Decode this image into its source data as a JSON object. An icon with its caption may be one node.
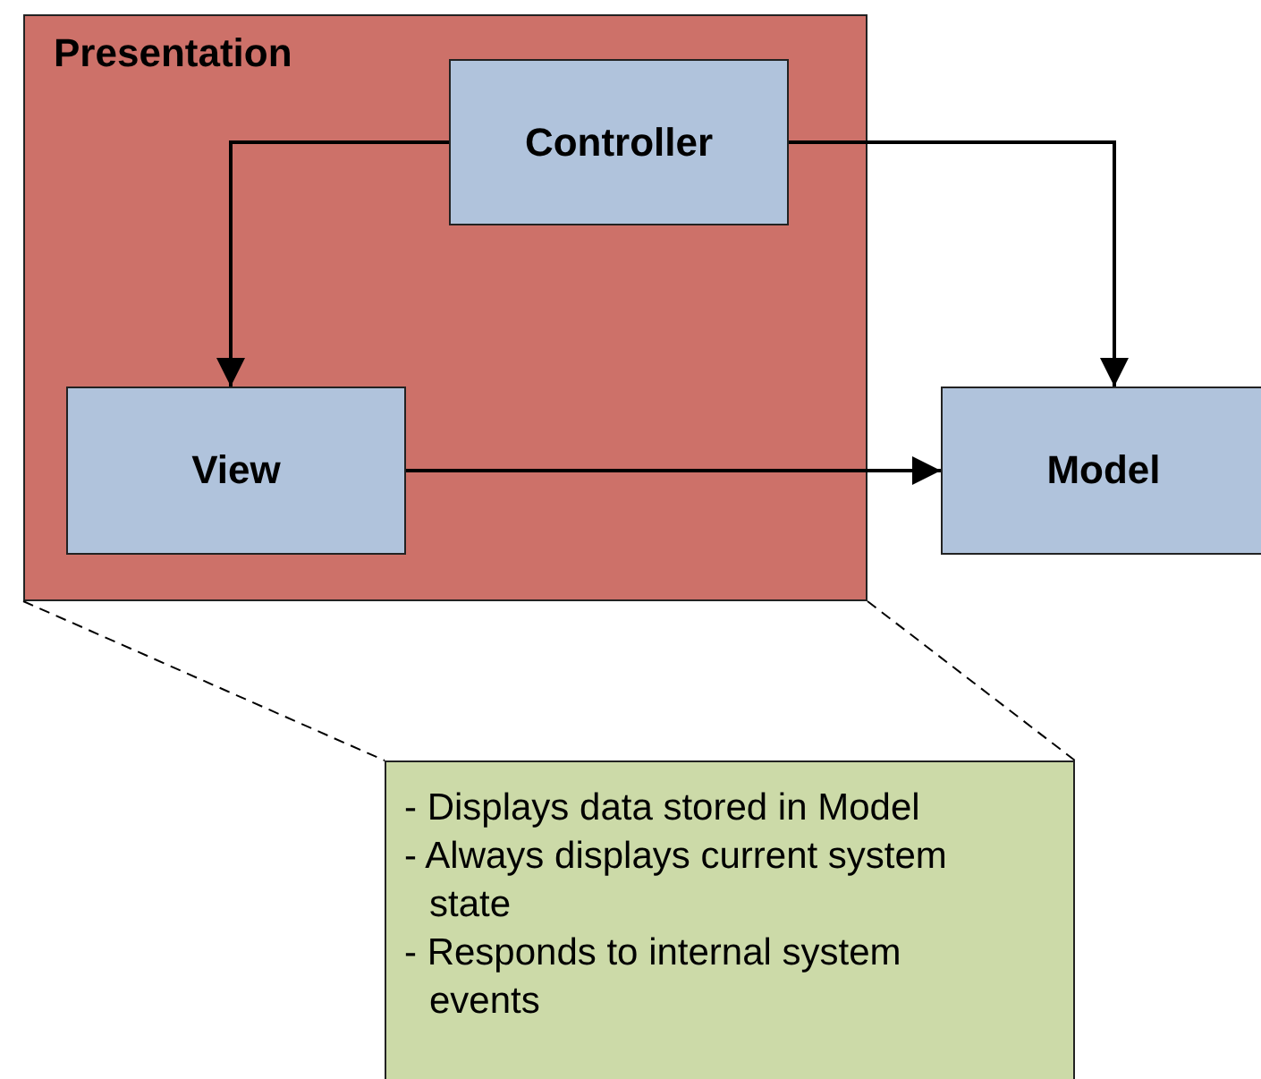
{
  "diagram": {
    "nodes": [
      {
        "text": [
          "Presentation"
        ]
      },
      {
        "text": [
          "Controller"
        ],
        "in": 0
      },
      {
        "text": [
          "View"
        ],
        "in": 0
      },
      {
        "text": [
          "Model"
        ]
      },
      {
        "text": [
          "- Displays data stored in Model",
          "- Always displays current system state",
          "- Responds to internal system events"
        ]
      }
    ],
    "edges": [
      {
        "from": 1,
        "to": 2,
        "arrow": "to"
      },
      {
        "from": 1,
        "to": 3,
        "arrow": "to"
      },
      {
        "from": 2,
        "to": 3,
        "arrow": "to"
      },
      {
        "from": 0,
        "to": 4,
        "arrow": "none",
        "style": "dashed"
      },
      {
        "from": 0,
        "to": 4,
        "arrow": "none",
        "style": "dashed"
      }
    ]
  }
}
